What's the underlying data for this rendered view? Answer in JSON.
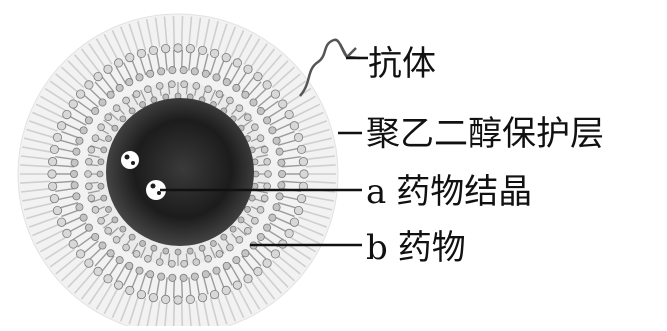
{
  "labels": {
    "antibody": "抗体",
    "peg_layer": "聚乙二醇保护层",
    "a": {
      "letter": "a",
      "text": "药物结晶"
    },
    "b": {
      "letter": "b",
      "text": "药物"
    }
  },
  "colors": {
    "core_dark": "#1c1c1c",
    "core_mid": "#555555",
    "membrane": "#9c9c9c",
    "peg_fiber": "#cfcfcf",
    "leader_line": "#111111"
  }
}
